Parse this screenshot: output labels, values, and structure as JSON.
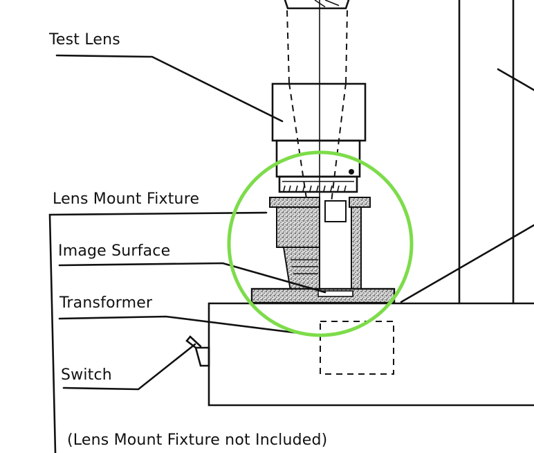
{
  "labels": {
    "test_lens": "Test Lens",
    "lens_mount_fixture": "Lens Mount Fixture",
    "image_surface": "Image Surface",
    "transformer": "Transformer",
    "switch": "Switch",
    "note": "(Lens Mount Fixture not Included)"
  },
  "colors": {
    "ink": "#111111",
    "highlight_circle": "#7ddc4a",
    "stipple_fill": "#bdbdbd",
    "background": "#ffffff"
  }
}
